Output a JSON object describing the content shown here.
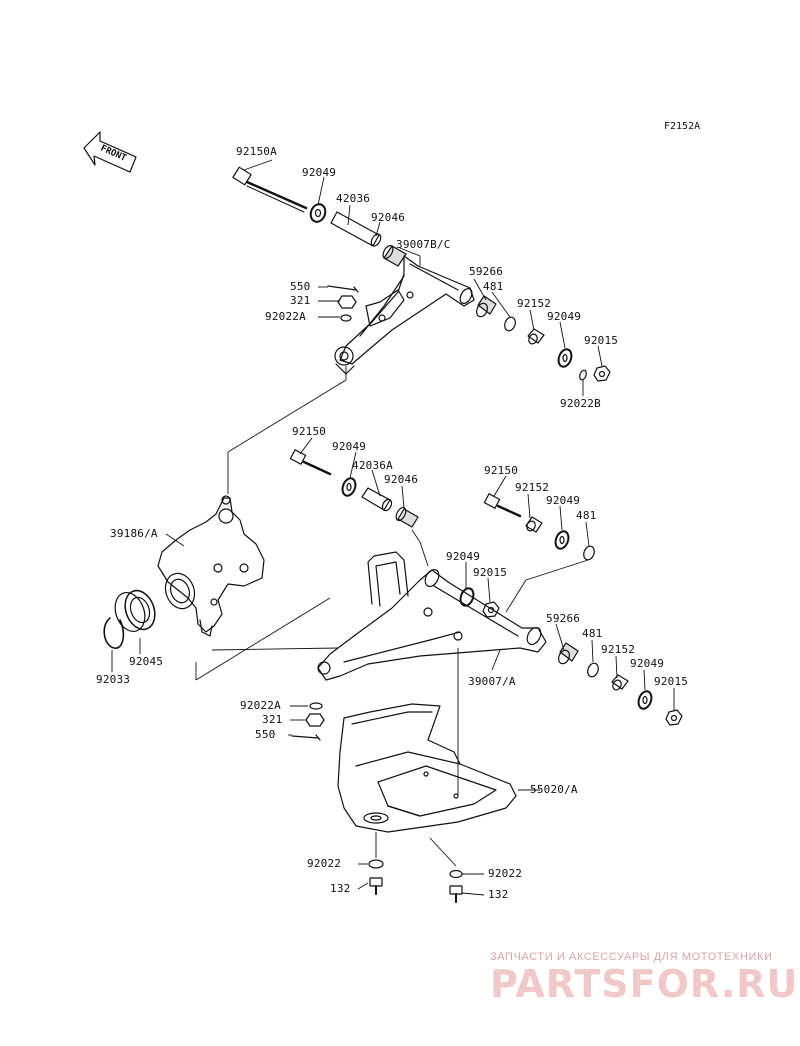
{
  "figure_code": "F2152A",
  "front_label": "FRONT",
  "watermark": {
    "tagline": "ЗАПЧАСТИ И АКСЕССУАРЫ ДЛЯ МОТОТЕХНИКИ",
    "logo": "PARTSFOR.RU",
    "color": "#f0c8c8"
  },
  "labels": {
    "l01": "92150A",
    "l02": "92049",
    "l03": "42036",
    "l04": "92046",
    "l05": "39007B/C",
    "l06": "59266",
    "l07": "481",
    "l08": "92152",
    "l09": "92049",
    "l10": "92015",
    "l11": "92022B",
    "l12": "550",
    "l13": "321",
    "l14": "92022A",
    "l15": "92150",
    "l16": "92049",
    "l17": "42036A",
    "l18": "92046",
    "l19": "92150",
    "l20": "92152",
    "l21": "92049",
    "l22": "481",
    "l23": "39186/A",
    "l24": "92049",
    "l25": "92015",
    "l26": "59266",
    "l27": "481",
    "l28": "92152",
    "l29": "92049",
    "l30": "92015",
    "l31": "39007/A",
    "l32": "92045",
    "l33": "92033",
    "l34": "92022A",
    "l35": "321",
    "l36": "550",
    "l37": "55020/A",
    "l38": "92022",
    "l39": "132",
    "l40": "92022",
    "l41": "132"
  }
}
